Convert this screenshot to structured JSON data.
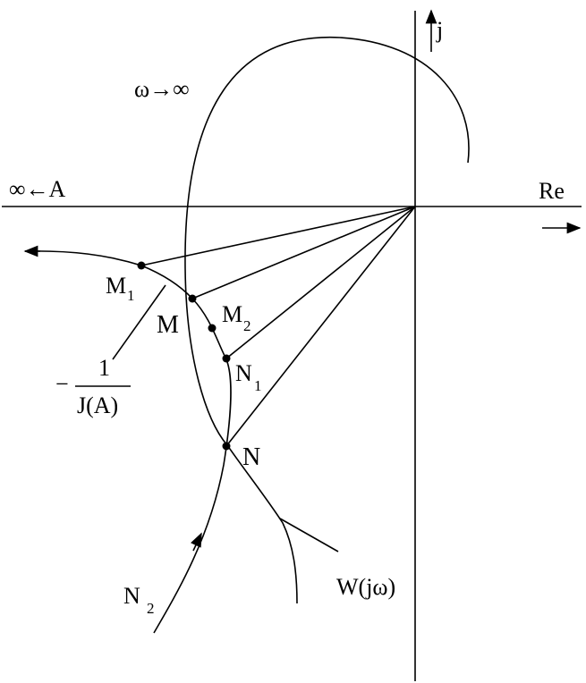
{
  "axes": {
    "imaginary_label": "j",
    "real_label": "Re"
  },
  "labels": {
    "omega_infinity": "ω→∞",
    "amplitude_infinity": "∞←A",
    "describing_function_numerator": "1",
    "describing_function_denominator": "J(A)",
    "describing_function_sign": "−",
    "w_label": "W(jω)"
  },
  "points": {
    "m1": "M",
    "m1_sub": "1",
    "m": "M",
    "m2": "M",
    "m2_sub": "2",
    "n1": "N",
    "n1_sub": "1",
    "n": "N",
    "n2": "N",
    "n2_sub": "2"
  },
  "colors": {
    "stroke": "#000000",
    "background": "#ffffff"
  }
}
